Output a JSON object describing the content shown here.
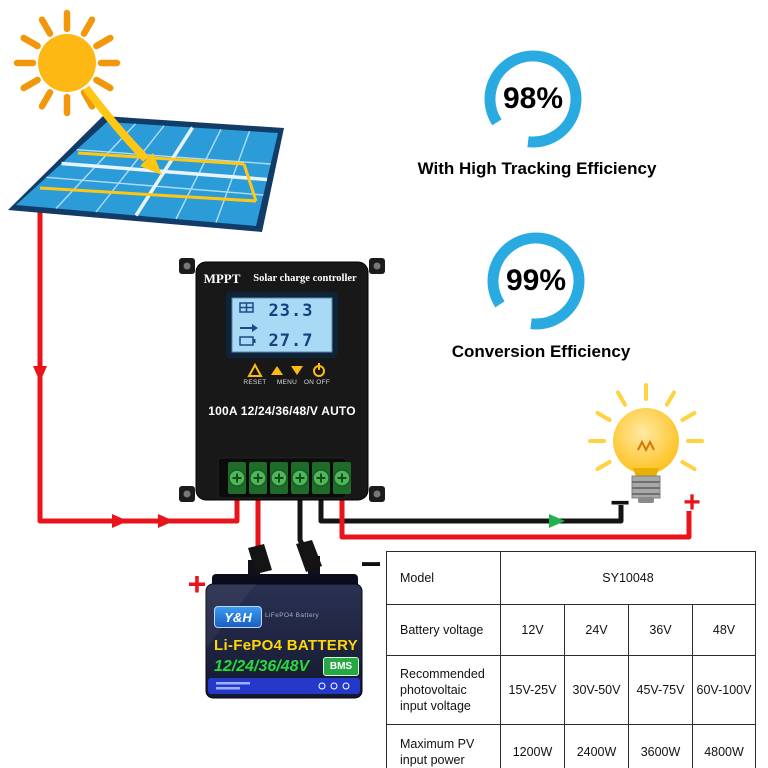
{
  "efficiency": {
    "tracking_value": "98%",
    "tracking_caption": "With High Tracking Efficiency",
    "conversion_value": "99%",
    "conversion_caption": "Conversion Efficiency"
  },
  "controller": {
    "brand": "MPPT",
    "title": "Solar charge controller",
    "lcd_top": "23.3",
    "lcd_bottom": "27.7",
    "btn_reset": "RESET",
    "btn_menu": "MENU",
    "btn_onoff": "ON OFF",
    "rating": "100A 12/24/36/48/V AUTO"
  },
  "bulb": {
    "minus": "−",
    "plus": "+"
  },
  "battery": {
    "plus": "+",
    "minus": "−",
    "logo": "Y&H",
    "tagline": "LiFePO4 Battery",
    "name": "Li-FePO4 BATTERY",
    "voltage": "12/24/36/48V",
    "bms": "BMS"
  },
  "table": {
    "rows": [
      {
        "label": "Model",
        "values": [
          "SY10048"
        ]
      },
      {
        "label": "Battery voltage",
        "values": [
          "12V",
          "24V",
          "36V",
          "48V"
        ]
      },
      {
        "label": "Recommended photovoltaic input voltage",
        "values": [
          "15V-25V",
          "30V-50V",
          "45V-75V",
          "60V-100V"
        ]
      },
      {
        "label": "Maximum PV input power",
        "values": [
          "1200W",
          "2400W",
          "3600W",
          "4800W"
        ]
      }
    ]
  },
  "colors": {
    "accent_blue": "#29abe2",
    "wire_red": "#e8131b",
    "wire_black": "#141414",
    "flow_green": "#22b14c",
    "sun_yellow": "#fdb813",
    "panel_blue": "#2b9cd8"
  }
}
